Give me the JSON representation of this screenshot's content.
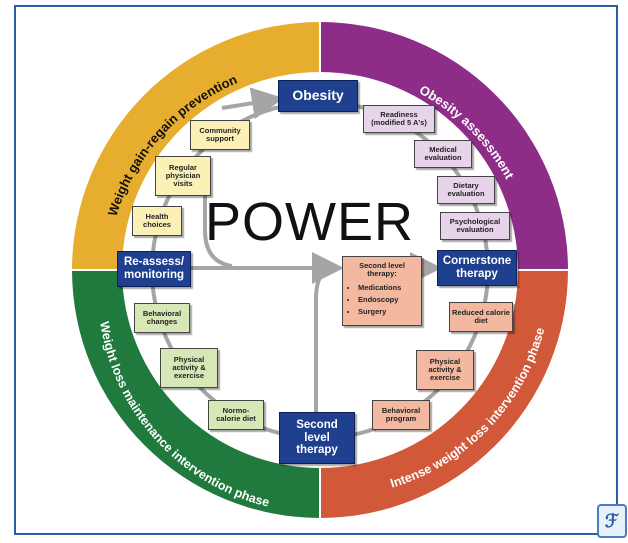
{
  "colors": {
    "yellow_ring": "#e6ad2e",
    "purple_ring": "#8e2d88",
    "orange_ring": "#d2583a",
    "green_ring": "#207a3e",
    "center_box": "#1f3f8f",
    "arrow": "#a5a5a5",
    "frame": "#2a5fa8"
  },
  "title": "POWER",
  "ring_labels": {
    "top_left": "Weight gain-regain prevention",
    "top_right": "Obesity assessment",
    "bottom_right": "Intense weight loss intervention phase",
    "bottom_left": "Weight loss maintenance intervention phase"
  },
  "main_boxes": {
    "obesity": "Obesity",
    "cornerstone": "Cornerstone therapy",
    "second_level": "Second level therapy",
    "reassess": "Re-assess/ monitoring"
  },
  "assessment_steps": [
    "Readiness (modified 5 A's)",
    "Medical evaluation",
    "Dietary evaluation",
    "Psychological evaluation"
  ],
  "intervention_steps": [
    "Reduced calorie diet",
    "Physical activity & exercise",
    "Behavioral program"
  ],
  "maintenance_steps": [
    "Normo-calorie diet",
    "Physical activity & exercise",
    "Behavioral changes"
  ],
  "prevention_steps": [
    "Health choices",
    "Regular physician visits",
    "Community support"
  ],
  "second_level_detail": {
    "title": "Second level therapy:",
    "items": [
      "Medications",
      "Endoscopy",
      "Surgery"
    ]
  }
}
